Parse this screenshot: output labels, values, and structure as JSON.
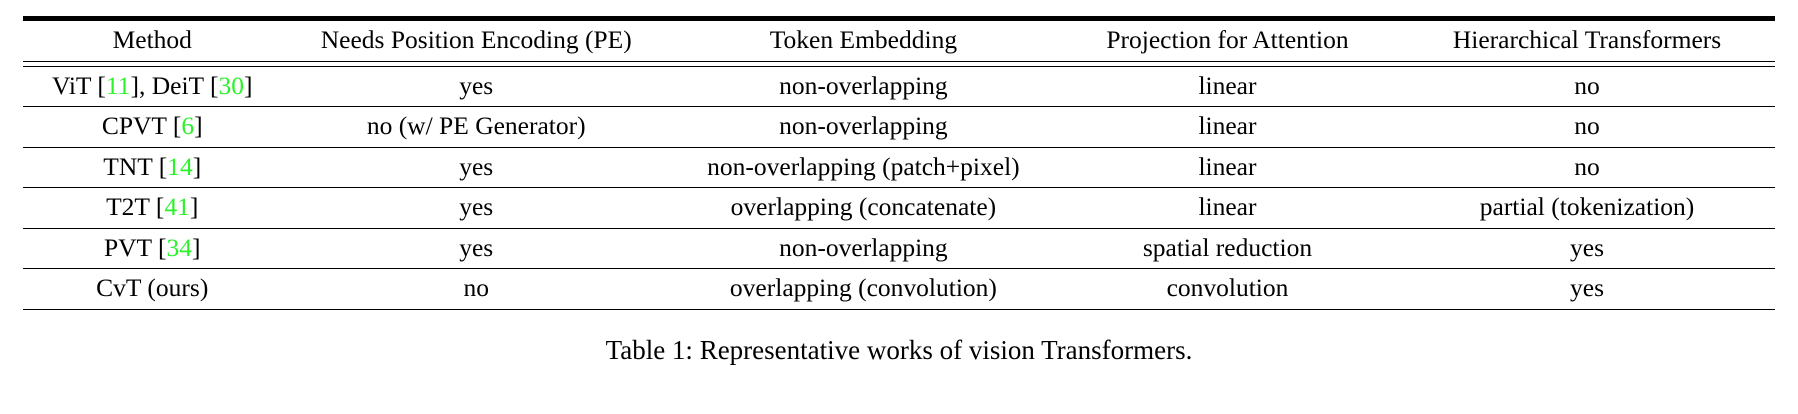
{
  "table": {
    "number": "Table 1",
    "caption": "Table 1: Representative works of vision Transformers.",
    "citation_color": "#2bf22b",
    "columns": [
      "Method",
      "Needs Position Encoding (PE)",
      "Token Embedding",
      "Projection for Attention",
      "Hierarchical Transformers"
    ],
    "rows": [
      {
        "method_name": "ViT",
        "method_cite_1": "11",
        "method_middle": ", DeiT",
        "method_cite_2": "30",
        "needs_pe": "yes",
        "token_embedding": "non-overlapping",
        "projection": "linear",
        "hierarchical": "no"
      },
      {
        "method_name": "CPVT",
        "method_cite_1": "6",
        "method_middle": "",
        "method_cite_2": "",
        "needs_pe": "no (w/ PE Generator)",
        "token_embedding": "non-overlapping",
        "projection": "linear",
        "hierarchical": "no"
      },
      {
        "method_name": "TNT",
        "method_cite_1": "14",
        "method_middle": "",
        "method_cite_2": "",
        "needs_pe": "yes",
        "token_embedding": "non-overlapping (patch+pixel)",
        "projection": "linear",
        "hierarchical": "no"
      },
      {
        "method_name": "T2T",
        "method_cite_1": "41",
        "method_middle": "",
        "method_cite_2": "",
        "needs_pe": "yes",
        "token_embedding": "overlapping (concatenate)",
        "projection": "linear",
        "hierarchical": "partial (tokenization)"
      },
      {
        "method_name": "PVT",
        "method_cite_1": "34",
        "method_middle": "",
        "method_cite_2": "",
        "needs_pe": "yes",
        "token_embedding": "non-overlapping",
        "projection": "spatial reduction",
        "hierarchical": "yes"
      },
      {
        "method_name": "CvT (ours)",
        "method_cite_1": "",
        "method_middle": "",
        "method_cite_2": "",
        "needs_pe": "no",
        "token_embedding": "overlapping (convolution)",
        "projection": "convolution",
        "hierarchical": "yes"
      }
    ]
  }
}
